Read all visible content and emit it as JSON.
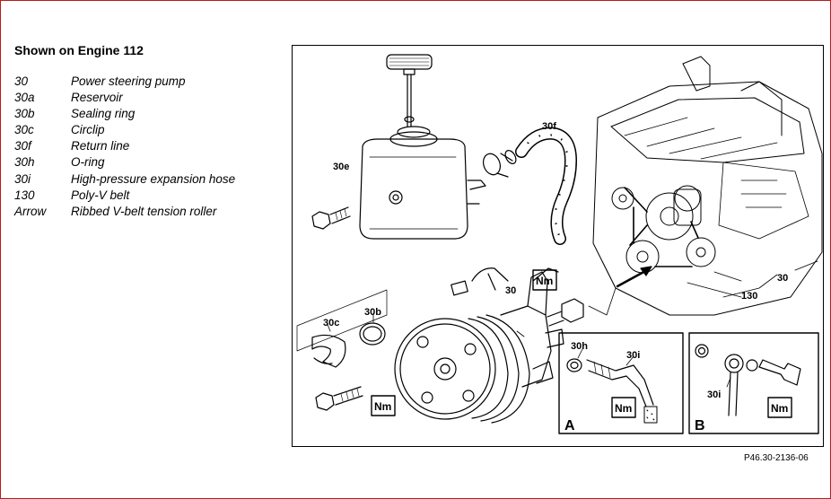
{
  "title": "Shown on Engine 112",
  "legend": [
    {
      "key": "30",
      "value": "Power steering pump"
    },
    {
      "key": "30a",
      "value": "Reservoir"
    },
    {
      "key": "30b",
      "value": "Sealing ring"
    },
    {
      "key": "30c",
      "value": "Circlip"
    },
    {
      "key": "30f",
      "value": "Return line"
    },
    {
      "key": "30h",
      "value": "O-ring"
    },
    {
      "key": "30i",
      "value": "High-pressure expansion hose"
    },
    {
      "key": "130",
      "value": "Poly-V belt"
    },
    {
      "key": "Arrow",
      "value": "Ribbed V-belt tension roller"
    }
  ],
  "diagram": {
    "callouts": {
      "c30e": "30e",
      "c30f": "30f",
      "c30": "30",
      "c130": "130",
      "c30_engine": "30",
      "c30b": "30b",
      "c30c": "30c",
      "c30h": "30h",
      "c30i_a": "30i",
      "c30i_b": "30i"
    },
    "torque_label": "Nm",
    "detail_a": "A",
    "detail_b": "B"
  },
  "figure_ref": "P46.30-2136-06",
  "colors": {
    "frame": "#b71c1c",
    "ink": "#000000"
  }
}
